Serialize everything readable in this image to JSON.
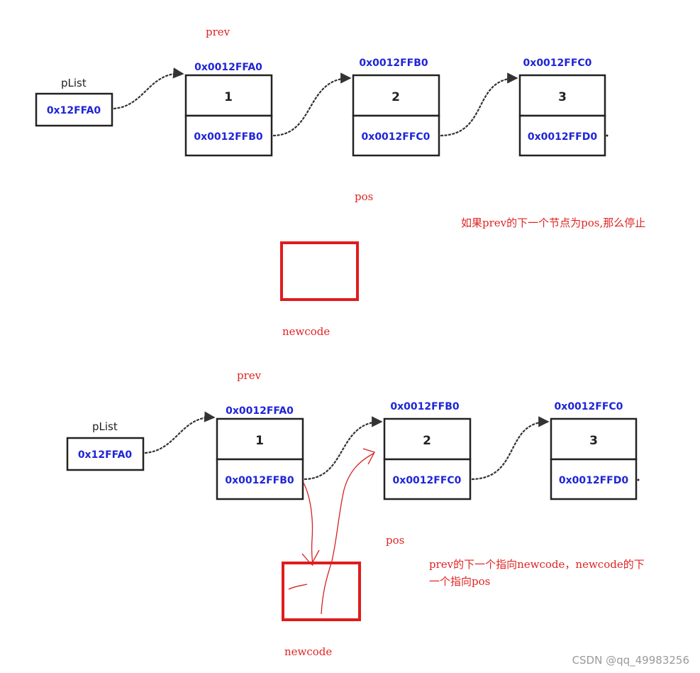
{
  "colors": {
    "annotation": "#e02424",
    "address": "#1f25d6",
    "box_border": "#222222",
    "new_node_border": "#e01b1b"
  },
  "top": {
    "prev_label": "prev",
    "plist": {
      "label": "pList",
      "value": "0x12FFA0"
    },
    "nodes": [
      {
        "address": "0x0012FFA0",
        "data": "1",
        "next": "0x0012FFB0"
      },
      {
        "address": "0x0012FFB0",
        "data": "2",
        "next": "0x0012FFC0"
      },
      {
        "address": "0x0012FFC0",
        "data": "3",
        "next": "0x0012FFD0"
      }
    ],
    "pos_label": "pos",
    "note": "如果prev的下一个节点为pos,那么停止",
    "newcode_label": "newcode"
  },
  "bottom": {
    "prev_label": "prev",
    "plist": {
      "label": "pList",
      "value": "0x12FFA0"
    },
    "nodes": [
      {
        "address": "0x0012FFA0",
        "data": "1",
        "next": "0x0012FFB0"
      },
      {
        "address": "0x0012FFB0",
        "data": "2",
        "next": "0x0012FFC0"
      },
      {
        "address": "0x0012FFC0",
        "data": "3",
        "next": "0x0012FFD0"
      }
    ],
    "pos_label": "pos",
    "note_line1": "prev的下一个指向newcode，newcode的下",
    "note_line2": "一个指向pos",
    "newcode_label": "newcode"
  },
  "watermark": "CSDN @qq_49983256"
}
